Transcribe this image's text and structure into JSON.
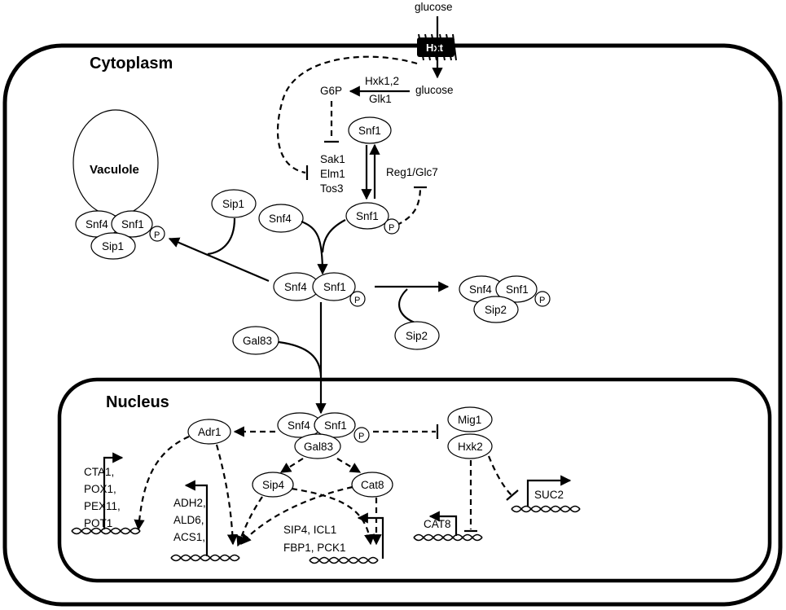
{
  "compartments": {
    "cytoplasm": "Cytoplasm",
    "nucleus": "Nucleus",
    "vacuole": "Vaculole"
  },
  "transporter": "Hxt",
  "glucose_outside": "glucose",
  "glucose_inside": "glucose",
  "g6p": "G6P",
  "hxk_line1": "Hxk1,2",
  "hxk_line2": "Glk1",
  "kinases": [
    "Sak1",
    "Elm1",
    "Tos3"
  ],
  "phosphatase": "Reg1/Glc7",
  "proteins": {
    "snf1": "Snf1",
    "snf4": "Snf4",
    "sip1": "Sip1",
    "sip2": "Sip2",
    "gal83": "Gal83",
    "phospho": "P",
    "adr1": "Adr1",
    "sip4": "Sip4",
    "cat8": "Cat8",
    "mig1": "Mig1",
    "hxk2": "Hxk2"
  },
  "genes": {
    "group1": [
      "CTA1,",
      "POX1,",
      "PEX11,",
      "POT1"
    ],
    "group2": [
      "ADH2,",
      "ALD6,",
      "ACS1,"
    ],
    "group3": [
      "SIP4, ICL1",
      "FBP1, PCK1"
    ],
    "cat8": "CAT8",
    "suc2": "SUC2"
  }
}
